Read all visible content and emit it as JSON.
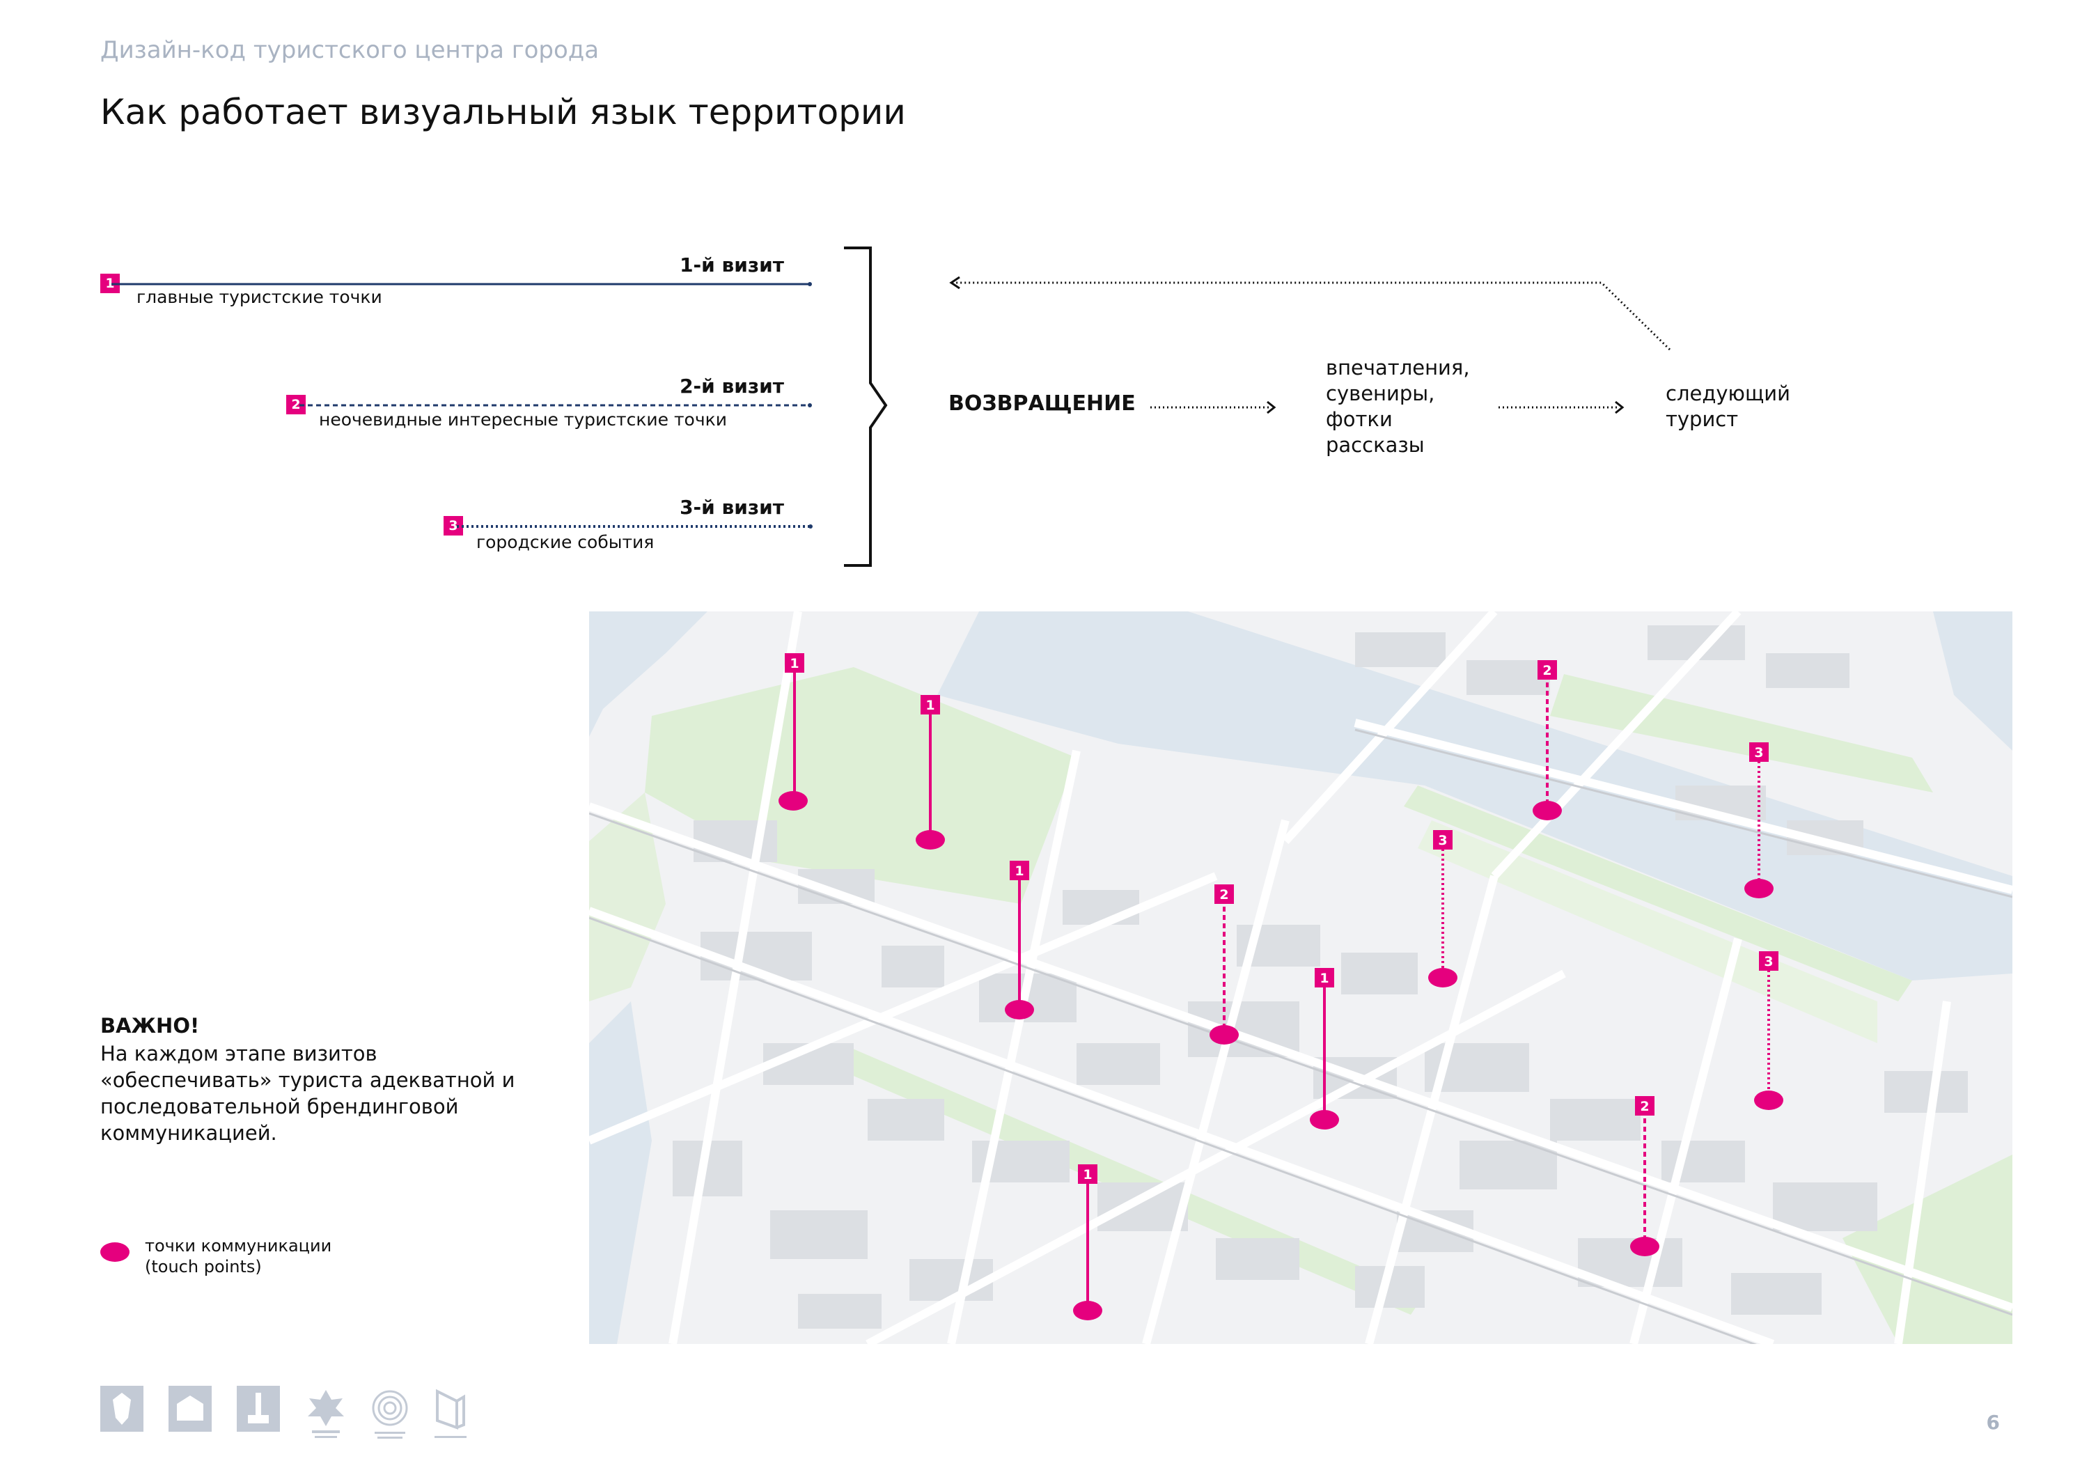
{
  "header": {
    "subtitle": "Дизайн-код туристского центра города",
    "title": "Как работает визуальный язык территории"
  },
  "visits": [
    {
      "num": "1",
      "label": "1-й визит",
      "desc": "главные туристские точки",
      "style": "solid"
    },
    {
      "num": "2",
      "label": "2-й визит",
      "desc": "неочевидные интересные туристские точки",
      "style": "dashed"
    },
    {
      "num": "3",
      "label": "3-й визит",
      "desc": "городские события",
      "style": "dotted"
    }
  ],
  "flow": {
    "return_label": "ВОЗВРАЩЕНИЕ",
    "impressions": [
      "впечатления,",
      "сувениры,",
      "фотки",
      "рассказы"
    ],
    "next_tourist": [
      "следующий",
      "турист"
    ]
  },
  "important": {
    "heading": "ВАЖНО!",
    "body": "На каждом этапе визитов «обеспечивать» туриста адекватной и последовательной брендинговой коммуникацией."
  },
  "legend": {
    "line1": "точки коммуникации",
    "line2": "(touch points)"
  },
  "map_pins": [
    {
      "num": "1"
    },
    {
      "num": "1"
    },
    {
      "num": "1"
    },
    {
      "num": "1"
    },
    {
      "num": "1"
    },
    {
      "num": "2"
    },
    {
      "num": "2"
    },
    {
      "num": "2"
    },
    {
      "num": "3"
    },
    {
      "num": "3"
    },
    {
      "num": "3"
    }
  ],
  "footer": {
    "page_number": "6"
  },
  "colors": {
    "accent": "#e5007e",
    "line": "#1f3a6b",
    "muted": "#a9b3c2",
    "water": "#dde6ee",
    "green": "#deefd6",
    "block": "#e6e8eb",
    "road": "#ffffff"
  }
}
